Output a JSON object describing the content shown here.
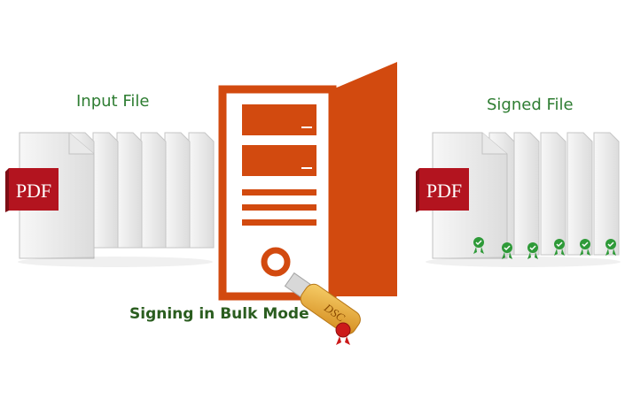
{
  "labels": {
    "input": "Input File",
    "signed": "Signed File",
    "process": "Signing in Bulk Mode"
  },
  "pdf_badge": "PDF",
  "token_label": "DSC",
  "colors": {
    "server": "#d24a0f",
    "pdf_badge": "#b3141f",
    "label_green": "#2e7d32",
    "seal_green": "#2e9a38",
    "token_gold": "#e3a12a"
  },
  "icons": {
    "server": "server-tower-icon",
    "token": "usb-token-icon",
    "seal": "certificate-seal-icon"
  }
}
